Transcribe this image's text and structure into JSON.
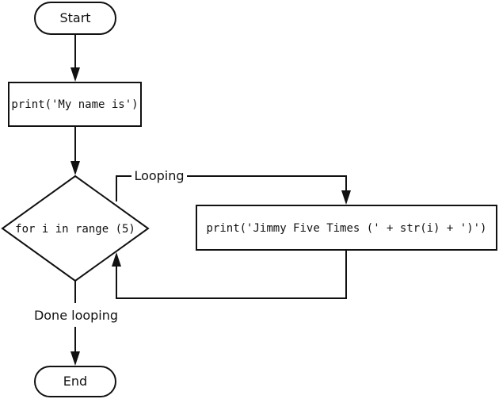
{
  "flowchart": {
    "nodes": {
      "start": {
        "label": "Start"
      },
      "print_name": {
        "label": "print('My name is')"
      },
      "loop": {
        "label": "for i in range (5)"
      },
      "print_jimmy": {
        "label": "print('Jimmy Five Times (' + str(i) + ')')"
      },
      "end": {
        "label": "End"
      }
    },
    "edges": {
      "looping": {
        "label": "Looping"
      },
      "done_looping": {
        "label": "Done looping"
      }
    }
  },
  "colors": {
    "stroke": "#111111",
    "background": "#ffffff"
  }
}
